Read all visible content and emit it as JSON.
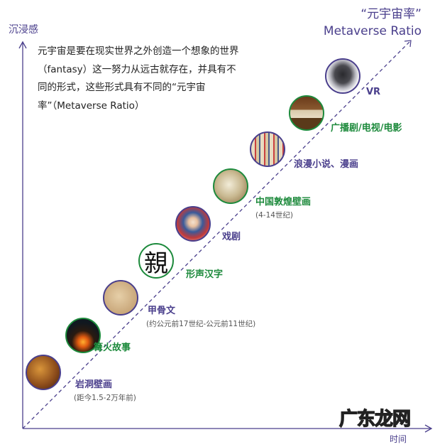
{
  "axes": {
    "y_label": "沉浸感",
    "x_label": "时间"
  },
  "intro_text": "元宇宙是要在现实世界之外创造一个想象的世界（fantasy）这一努力从远古就存在，并具有不同的形式，这些形式具有不同的“元宇宙率”（Metaverse Ratio）",
  "ratio_title": {
    "zh": "“元宇宙率”",
    "en": "Metaverse Ratio"
  },
  "colors": {
    "purple": "#4a3f8c",
    "green": "#1d8a3c"
  },
  "stages": [
    {
      "label": "岩洞壁画",
      "sub": "(距今1.5-2万年前)",
      "image": "cave-painting"
    },
    {
      "label": "篝火故事",
      "image": "campfire"
    },
    {
      "label": "甲骨文",
      "sub": "(约公元前17世纪-公元前11世纪)",
      "image": "oracle-bone"
    },
    {
      "label": "形声汉字",
      "glyph": "親",
      "image": "chinese-character"
    },
    {
      "label": "戏剧",
      "image": "opera-performer"
    },
    {
      "label": "中国敦煌壁画",
      "sub": "(4-14世纪)",
      "image": "dunhuang-mural"
    },
    {
      "label": "浪漫小说、漫画",
      "image": "bookshelf"
    },
    {
      "label": "广播剧/电视/电影",
      "image": "radio"
    },
    {
      "label": "VR",
      "image": "vr-headset"
    }
  ],
  "watermark": "广东龙网"
}
